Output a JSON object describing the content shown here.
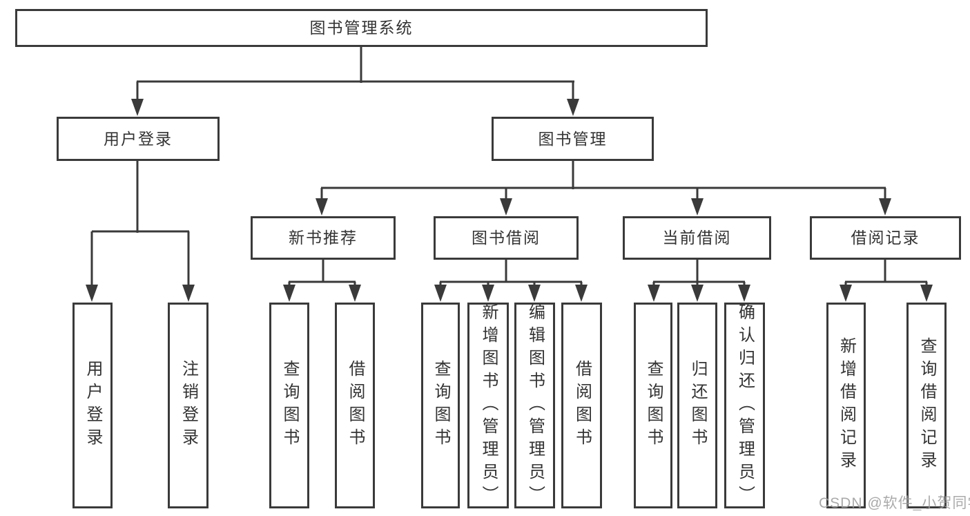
{
  "diagram_title": "图书管理系统",
  "tree": {
    "root": {
      "label": "图书管理系统"
    },
    "user_login": {
      "label": "用户登录",
      "children": [
        {
          "label": "用户登录"
        },
        {
          "label": "注销登录"
        }
      ]
    },
    "book_management": {
      "label": "图书管理",
      "children": [
        {
          "label": "新书推荐",
          "children": [
            {
              "label": "查询图书"
            },
            {
              "label": "借阅图书"
            }
          ]
        },
        {
          "label": "图书借阅",
          "children": [
            {
              "label": "查询图书"
            },
            {
              "label": "新增图书（管理员）"
            },
            {
              "label": "编辑图书（管理员）"
            },
            {
              "label": "借阅图书"
            }
          ]
        },
        {
          "label": "当前借阅",
          "children": [
            {
              "label": "查询图书"
            },
            {
              "label": "归还图书"
            },
            {
              "label": "确认归还（管理员）"
            }
          ]
        },
        {
          "label": "借阅记录",
          "children": [
            {
              "label": "新增借阅记录"
            },
            {
              "label": "查询借阅记录"
            }
          ]
        }
      ]
    }
  },
  "watermark": {
    "text": "CSDN @软件_小贺同学"
  },
  "colors": {
    "line": "#3a3a3a",
    "border": "#3a3a3a",
    "text": "#333333",
    "watermark": "#9e9e9e",
    "background": "#ffffff"
  }
}
